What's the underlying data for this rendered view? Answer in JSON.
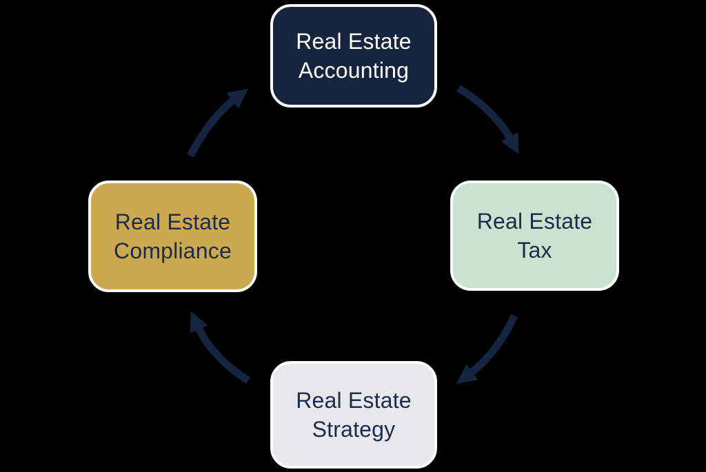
{
  "diagram": {
    "background": "#000000",
    "arrow_color": "#152441",
    "node_border_color": "#ffffff",
    "nodes": [
      {
        "id": "real-estate-accounting",
        "label": "Real Estate Accounting",
        "lines": [
          "Real Estate",
          "Accounting"
        ],
        "fill": "#16243E",
        "text_color": "#FFFFFF",
        "position": "top"
      },
      {
        "id": "real-estate-tax",
        "label": "Real Estate Tax",
        "lines": [
          "Real Estate",
          "Tax"
        ],
        "fill": "#C9E3CE",
        "text_color": "#1B2B4E",
        "position": "right"
      },
      {
        "id": "real-estate-strategy",
        "label": "Real Estate Strategy",
        "lines": [
          "Real Estate",
          "Strategy"
        ],
        "fill": "#E8E8EA",
        "text_color": "#1B2B4E",
        "position": "bottom"
      },
      {
        "id": "real-estate-compliance",
        "label": "Real Estate Compliance",
        "lines": [
          "Real Estate",
          "Compliance"
        ],
        "fill": "#CCA94E",
        "text_color": "#1B2B4E",
        "position": "left"
      }
    ],
    "edges": [
      {
        "from": "real-estate-accounting",
        "to": "real-estate-tax"
      },
      {
        "from": "real-estate-tax",
        "to": "real-estate-strategy"
      },
      {
        "from": "real-estate-strategy",
        "to": "real-estate-compliance"
      },
      {
        "from": "real-estate-compliance",
        "to": "real-estate-accounting"
      }
    ]
  }
}
